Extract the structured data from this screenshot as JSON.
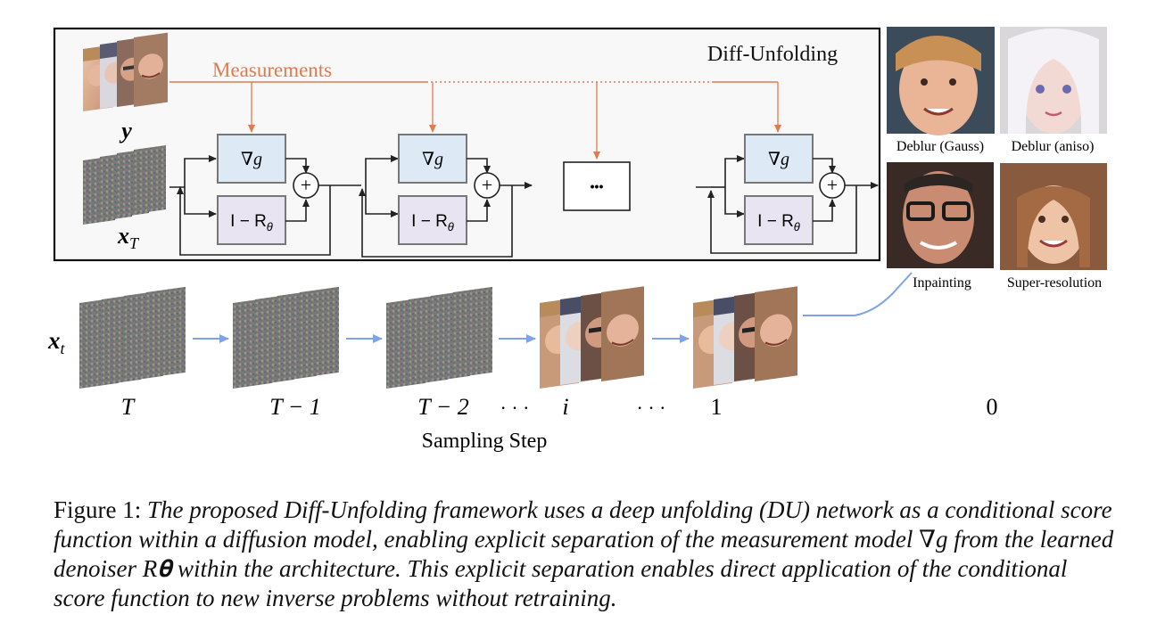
{
  "diagram": {
    "frame_title": "Diff-Unfolding",
    "measurements_label": "Measurements",
    "y_label": "y",
    "xT_label": "x",
    "xT_sub": "T",
    "grad_g_label": "∇g",
    "denoiser_label": "I − R",
    "denoiser_sub": "θ",
    "ellipsis_box": "•••",
    "xt_label": "x",
    "xt_sub": "t",
    "steps": [
      "T",
      "T − 1",
      "T − 2",
      "i",
      "1",
      "0"
    ],
    "dots": "· · ·",
    "sampling_label": "Sampling Step",
    "results": [
      {
        "label": "Deblur (Gauss)"
      },
      {
        "label": "Deblur (aniso)"
      },
      {
        "label": "Inpainting"
      },
      {
        "label": "Super-resolution"
      }
    ]
  },
  "caption": {
    "label": "Figure 1: ",
    "text": "The proposed Diff-Unfolding framework uses a deep unfolding (DU) network as a conditional score function within a diffusion model, enabling explicit separation of the measurement model ∇g from the learned denoiser R𝛉 within the architecture. This explicit separation enables direct application of the conditional score function to new inverse problems without retraining."
  },
  "colors": {
    "measurement": "#e07b4f",
    "sampling_arrow": "#7fa3e6",
    "grad_box": "#dde9f5",
    "denoiser_box": "#e8e4f1"
  }
}
